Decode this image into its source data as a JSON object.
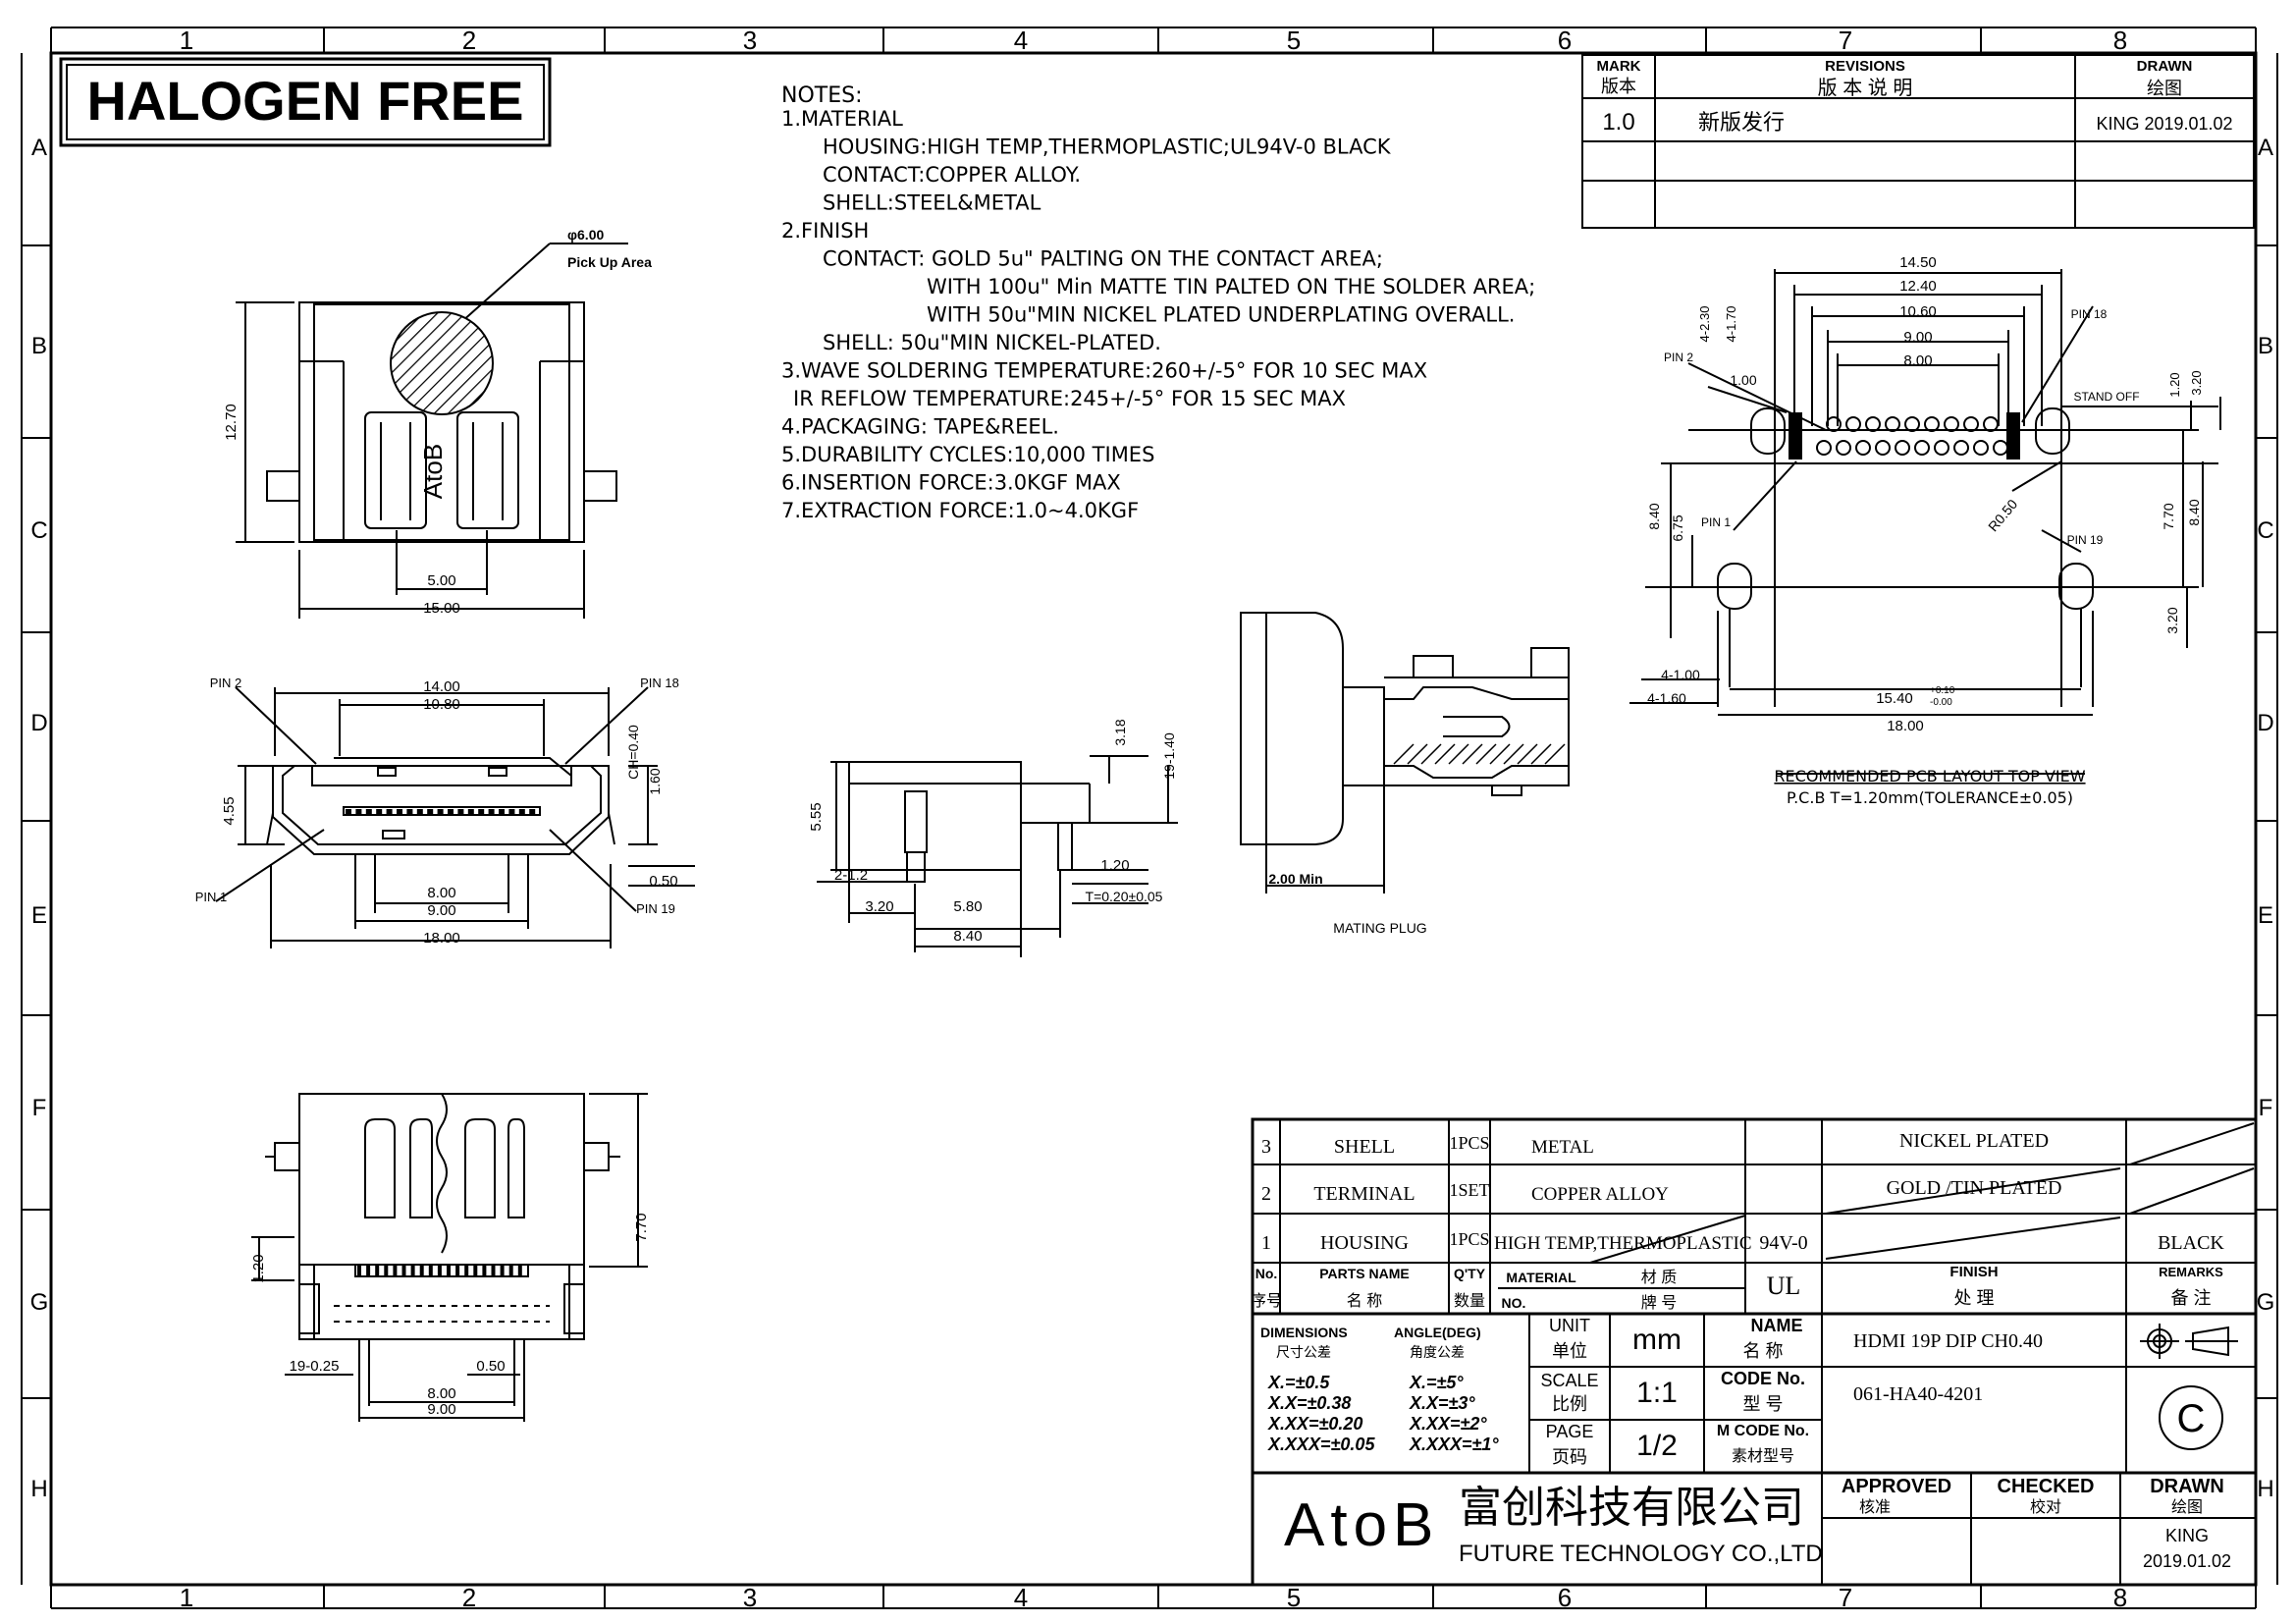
{
  "header": {
    "halogen_free": "HALOGEN FREE"
  },
  "border": {
    "columns": [
      "1",
      "2",
      "3",
      "4",
      "5",
      "6",
      "7",
      "8"
    ],
    "rows": [
      "A",
      "B",
      "C",
      "D",
      "E",
      "F",
      "G",
      "H"
    ]
  },
  "notes": {
    "title": "NOTES:",
    "lines": [
      "1.MATERIAL",
      "HOUSING:HIGH TEMP,THERMOPLASTIC;UL94V-0 BLACK",
      "CONTACT:COPPER ALLOY.",
      "SHELL:STEEL&METAL",
      "2.FINISH",
      "CONTACT: GOLD 5u\" PALTING ON THE CONTACT AREA;",
      "WITH 100u\" Min MATTE TIN PALTED ON THE SOLDER AREA;",
      "WITH 50u\"MIN NICKEL PLATED UNDERPLATING OVERALL.",
      "SHELL: 50u\"MIN NICKEL-PLATED.",
      "3.WAVE SOLDERING TEMPERATURE:260+/-5° FOR 10 SEC MAX",
      "IR REFLOW TEMPERATURE:245+/-5° FOR 15 SEC MAX",
      "4.PACKAGING: TAPE&REEL.",
      "5.DURABILITY CYCLES:10,000 TIMES",
      "6.INSERTION FORCE:3.0KGF MAX",
      "7.EXTRACTION FORCE:1.0~4.0KGF"
    ]
  },
  "revisions": {
    "mark_label": "MARK",
    "mark_label_cn": "版本",
    "revisions_label": "REVISIONS",
    "revisions_label_cn": "版 本 说 明",
    "drawn_label": "DRAWN",
    "drawn_label_cn": "绘图",
    "rows": [
      {
        "mark": "1.0",
        "desc": "新版发行",
        "drawn": "KING 2019.01.02"
      }
    ]
  },
  "top_view": {
    "pick_up_diameter": "φ6.00",
    "pick_up_label": "Pick Up Area",
    "brand": "AtoB",
    "dim_height": "12.70",
    "dim_inner": "5.00",
    "dim_width": "15.00"
  },
  "front_view": {
    "pin2": "PIN 2",
    "pin18": "PIN 18",
    "pin1": "PIN 1",
    "pin19": "PIN 19",
    "dim_14": "14.00",
    "dim_10_8": "10.80",
    "dim_ch": "CH=0.40",
    "dim_1_6": "1.60",
    "dim_4_55": "4.55",
    "dim_8": "8.00",
    "dim_9": "9.00",
    "dim_0_5": "0.50",
    "dim_18": "18.00"
  },
  "side_view": {
    "dim_3_18": "3.18",
    "dim_19_1_4": "19-1.40",
    "dim_5_55": "5.55",
    "dim_2_1_2": "2-1.2",
    "dim_1_2": "1.20",
    "dim_t": "T=0.20±0.05",
    "dim_3_2": "3.20",
    "dim_5_8": "5.80",
    "dim_8_4": "8.40"
  },
  "mating_plug": {
    "dim_2": "2.00 Min",
    "label": "MATING PLUG"
  },
  "pcb_layout": {
    "dim_14_5": "14.50",
    "dim_12_4": "12.40",
    "dim_10_6": "10.60",
    "dim_9": "9.00",
    "dim_8": "8.00",
    "dim_4_2_3": "4-2.30",
    "dim_4_1_7": "4-1.70",
    "dim_1": "1.00",
    "pin2": "PIN 2",
    "pin18": "PIN 18",
    "pin1": "PIN 1",
    "pin19": "PIN 19",
    "stand_off": "STAND OFF",
    "dim_1_2": "1.20",
    "dim_3_2": "3.20",
    "dim_8_4": "8.40",
    "dim_6_75": "6.75",
    "dim_r": "R0.50",
    "dim_7_7": "7.70",
    "dim_8_4b": "8.40",
    "dim_3_2b": "3.20",
    "dim_4_1": "4-1.00",
    "dim_4_1_6": "4-1.60",
    "dim_15_4": "15.40",
    "dim_15_4_tol_up": "+0.10",
    "dim_15_4_tol_dn": "-0.00",
    "dim_18": "18.00",
    "title": "RECOMMENDED PCB LAYOUT TOP VIEW",
    "subtitle": "P.C.B T=1.20mm(TOLERANCE±0.05)"
  },
  "bottom_view": {
    "dim_7_7": "7.70",
    "dim_1_2": "1.20",
    "dim_19_0_25": "19-0.25",
    "dim_0_5": "0.50",
    "dim_8": "8.00",
    "dim_9": "9.00"
  },
  "bom": {
    "rows": [
      {
        "no": "3",
        "name": "SHELL",
        "qty": "1PCS",
        "material": "METAL",
        "grade": "",
        "finish": "NICKEL PLATED",
        "remarks": ""
      },
      {
        "no": "2",
        "name": "TERMINAL",
        "qty": "1SET",
        "material": "COPPER ALLOY",
        "grade": "",
        "finish": "GOLD /TIN PLATED",
        "remarks": ""
      },
      {
        "no": "1",
        "name": "HOUSING",
        "qty": "1PCS",
        "material": "HIGH TEMP,THERMOPLASTIC",
        "grade": "94V-0",
        "finish": "",
        "remarks": "BLACK"
      }
    ],
    "header": {
      "no": "No.",
      "no_cn": "序号",
      "parts": "PARTS NAME",
      "parts_cn": "名 称",
      "qty": "Q'TY",
      "qty_cn": "数量",
      "material": "MATERIAL",
      "material_cn": "材 质",
      "mat_no": "NO.",
      "mat_no_cn": "牌 号",
      "ul": "UL",
      "finish": "FINISH",
      "finish_cn": "处 理",
      "remarks": "REMARKS",
      "remarks_cn": "备 注"
    }
  },
  "title_block": {
    "dimensions": "DIMENSIONS",
    "dimensions_cn": "尺寸公差",
    "angle": "ANGLE(DEG)",
    "angle_cn": "角度公差",
    "tol": [
      "X.=±0.5",
      "X.X=±0.38",
      "X.XX=±0.20",
      "X.XXX=±0.05"
    ],
    "ang": [
      "X.=±5°",
      "X.X=±3°",
      "X.XX=±2°",
      "X.XXX=±1°"
    ],
    "unit": "UNIT",
    "unit_cn": "单位",
    "unit_val": "mm",
    "scale": "SCALE",
    "scale_cn": "比例",
    "scale_val": "1:1",
    "page": "PAGE",
    "page_cn": "页码",
    "page_val": "1/2",
    "name": "NAME",
    "name_cn": "名 称",
    "name_val": "HDMI 19P DIP CH0.40",
    "code": "CODE No.",
    "code_cn": "型 号",
    "code_val": "061-HA40-4201",
    "mcode": "M CODE No.",
    "mcode_cn": "素材型号",
    "logo": "AtoB",
    "company_cn": "富创科技有限公司",
    "company_en": "FUTURE TECHNOLOGY CO.,LTD",
    "approved": "APPROVED",
    "approved_cn": "核准",
    "checked": "CHECKED",
    "checked_cn": "校对",
    "drawn": "DRAWN",
    "drawn_cn": "绘图",
    "drawn_by": "KING",
    "drawn_date": "2019.01.02",
    "c_mark": "C"
  }
}
